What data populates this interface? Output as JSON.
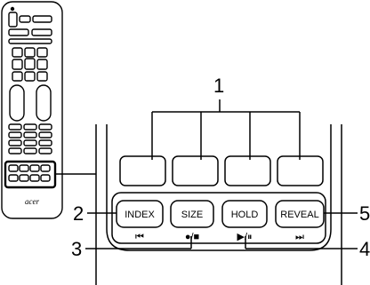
{
  "callouts": [
    "1",
    "2",
    "3",
    "4",
    "5"
  ],
  "buttons": [
    {
      "label": "INDEX",
      "symbol": "⏮"
    },
    {
      "label": "SIZE",
      "symbol": "●/■"
    },
    {
      "label": "HOLD",
      "symbol": "▶/⏸"
    },
    {
      "label": "REVEAL",
      "symbol": "⏭"
    }
  ],
  "remote": {
    "brand": "acer"
  }
}
